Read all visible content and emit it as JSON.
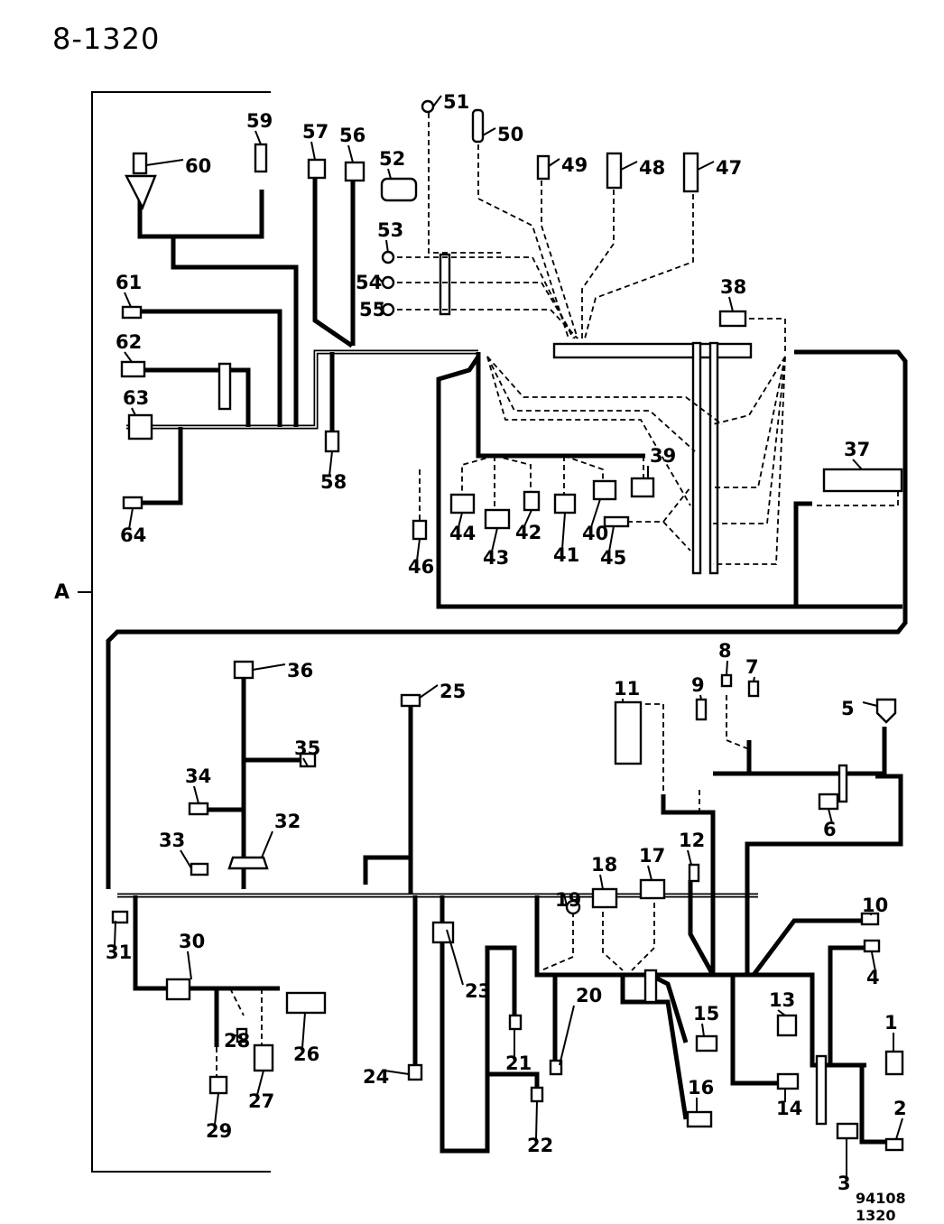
{
  "page": {
    "title": "8-1320",
    "figure_code": "94108  1320",
    "section_label": "A"
  },
  "callouts": [
    {
      "id": "1"
    },
    {
      "id": "2"
    },
    {
      "id": "3"
    },
    {
      "id": "4"
    },
    {
      "id": "5"
    },
    {
      "id": "6"
    },
    {
      "id": "7"
    },
    {
      "id": "8"
    },
    {
      "id": "9"
    },
    {
      "id": "10"
    },
    {
      "id": "11"
    },
    {
      "id": "12"
    },
    {
      "id": "13"
    },
    {
      "id": "14"
    },
    {
      "id": "15"
    },
    {
      "id": "16"
    },
    {
      "id": "17"
    },
    {
      "id": "18"
    },
    {
      "id": "19"
    },
    {
      "id": "20"
    },
    {
      "id": "21"
    },
    {
      "id": "22"
    },
    {
      "id": "23"
    },
    {
      "id": "24"
    },
    {
      "id": "25"
    },
    {
      "id": "26"
    },
    {
      "id": "27"
    },
    {
      "id": "28"
    },
    {
      "id": "29"
    },
    {
      "id": "30"
    },
    {
      "id": "31"
    },
    {
      "id": "32"
    },
    {
      "id": "33"
    },
    {
      "id": "34"
    },
    {
      "id": "35"
    },
    {
      "id": "36"
    },
    {
      "id": "37"
    },
    {
      "id": "38"
    },
    {
      "id": "39"
    },
    {
      "id": "40"
    },
    {
      "id": "41"
    },
    {
      "id": "42"
    },
    {
      "id": "43"
    },
    {
      "id": "44"
    },
    {
      "id": "45"
    },
    {
      "id": "46"
    },
    {
      "id": "47"
    },
    {
      "id": "48"
    },
    {
      "id": "49"
    },
    {
      "id": "50"
    },
    {
      "id": "51"
    },
    {
      "id": "52"
    },
    {
      "id": "53"
    },
    {
      "id": "54"
    },
    {
      "id": "55"
    },
    {
      "id": "56"
    },
    {
      "id": "57"
    },
    {
      "id": "58"
    },
    {
      "id": "59"
    },
    {
      "id": "60"
    },
    {
      "id": "61"
    },
    {
      "id": "62"
    },
    {
      "id": "63"
    },
    {
      "id": "64"
    }
  ]
}
